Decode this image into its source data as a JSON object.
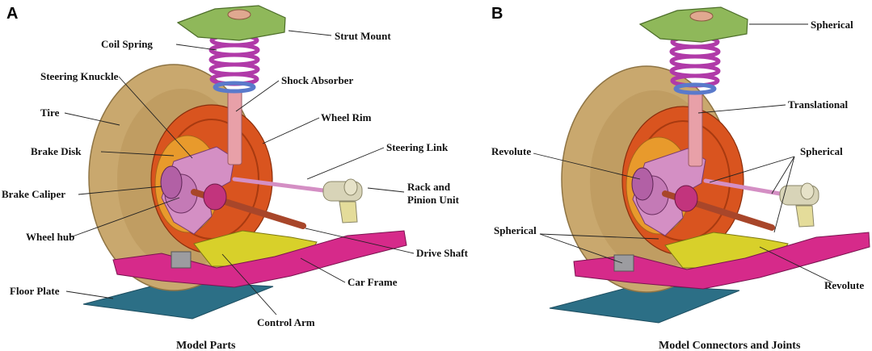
{
  "panel_a": {
    "letter": "A",
    "caption": "Model Parts",
    "labels": {
      "strut_mount": "Strut Mount",
      "coil_spring": "Coil Spring",
      "steering_knuckle": "Steering Knuckle",
      "shock_absorber": "Shock Absorber",
      "tire": "Tire",
      "wheel_rim": "Wheel Rim",
      "brake_disk": "Brake Disk",
      "steering_link": "Steering Link",
      "brake_caliper": "Brake Caliper",
      "rack_line1": "Rack and",
      "rack_line2": "Pinion Unit",
      "wheel_hub": "Wheel hub",
      "drive_shaft": "Drive Shaft",
      "floor_plate": "Floor Plate",
      "car_frame": "Car Frame",
      "control_arm": "Control Arm"
    }
  },
  "panel_b": {
    "letter": "B",
    "caption": "Model Connectors and Joints",
    "labels": {
      "spherical_top": "Spherical",
      "translational": "Translational",
      "revolute_left": "Revolute",
      "spherical_mid": "Spherical",
      "spherical_low": "Spherical",
      "revolute_right": "Revolute"
    }
  },
  "colors": {
    "tire": "#c9a86e",
    "rim": "#d9541f",
    "brake_disk": "#e89a2c",
    "knuckle": "#d48fc4",
    "mount": "#8fb85a",
    "spring": "#b03aa8",
    "shock": "#e8a0a8",
    "frame": "#d62a8a",
    "control_arm": "#d8d02a",
    "floor": "#2c6f86",
    "rack": "#d8d4b8",
    "shaft": "#a8462a"
  }
}
